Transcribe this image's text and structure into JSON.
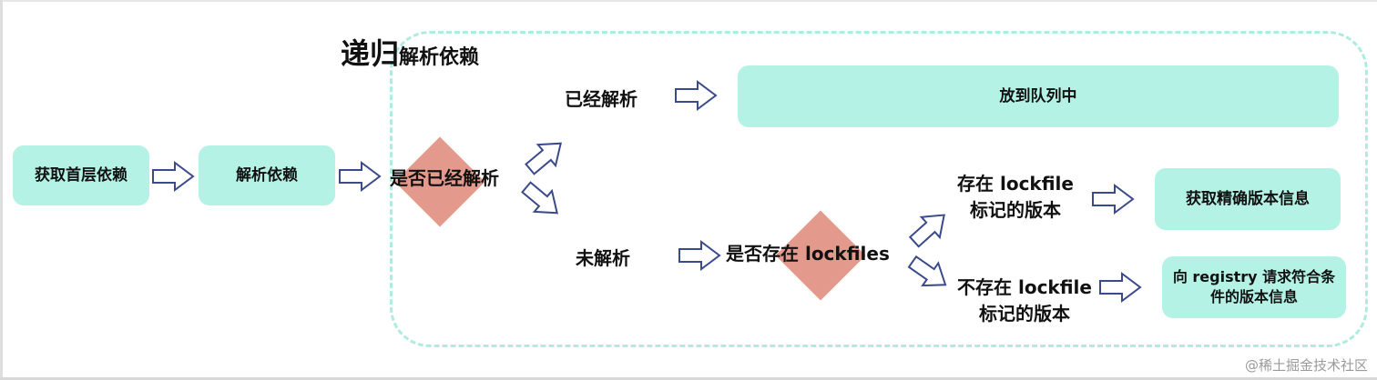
{
  "diagram": {
    "title_part1": "递归",
    "title_part2": "解析依赖",
    "nodes": {
      "get_first_deps": "获取首层依赖",
      "parse_deps": "解析依赖",
      "is_parsed": "是否已经解析",
      "parsed": "已经解析",
      "not_parsed": "未解析",
      "put_in_queue": "放到队列中",
      "has_lockfiles": "是否存在 lockfiles",
      "lockfile_exists_line1": "存在 lockfile",
      "lockfile_exists_line2": "标记的版本",
      "lockfile_missing_line1": "不存在 lockfile",
      "lockfile_missing_line2": "标记的版本",
      "get_exact_version": "获取精确版本信息",
      "request_registry_line1": "向 registry 请求符合条",
      "request_registry_line2": "件的版本信息"
    },
    "colors": {
      "box_fill": "#b4f2e5",
      "decision_fill": "#e3998c",
      "arrow_stroke": "#3a4a8a",
      "group_border": "#aeece0"
    }
  },
  "watermark": "@稀土掘金技术社区"
}
